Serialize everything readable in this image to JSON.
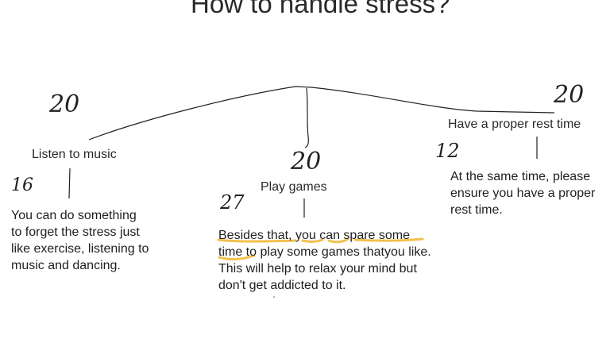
{
  "title": "How to handle stress?",
  "branches": [
    {
      "label": "Listen to music",
      "description": "You can do something to forget the stress just like exercise, listening to music and dancing.",
      "score_top": "20",
      "score_side": "16"
    },
    {
      "label": "Play games",
      "description": "Besides that, you can spare some time to play some games thatyou like. This will help to relax your mind but don't get addicted to it.",
      "score_top": "20",
      "score_side": "27"
    },
    {
      "label": "Have a proper rest time",
      "description": "At the same time, please ensure you have a proper rest time.",
      "score_top": "20",
      "score_side": "12"
    }
  ],
  "colors": {
    "highlight": "#f2b630",
    "ink": "#222222"
  }
}
